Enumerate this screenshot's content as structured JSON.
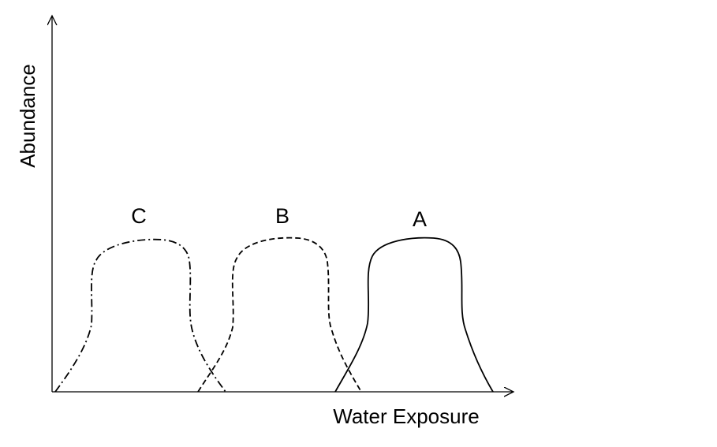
{
  "diagram": {
    "y_axis_label": "Abundance",
    "x_axis_label": "Water Exposure",
    "curves": [
      {
        "label": "C",
        "line_style": "dash-dot"
      },
      {
        "label": "B",
        "line_style": "dashed"
      },
      {
        "label": "A",
        "line_style": "solid"
      }
    ],
    "color": "#000000"
  }
}
